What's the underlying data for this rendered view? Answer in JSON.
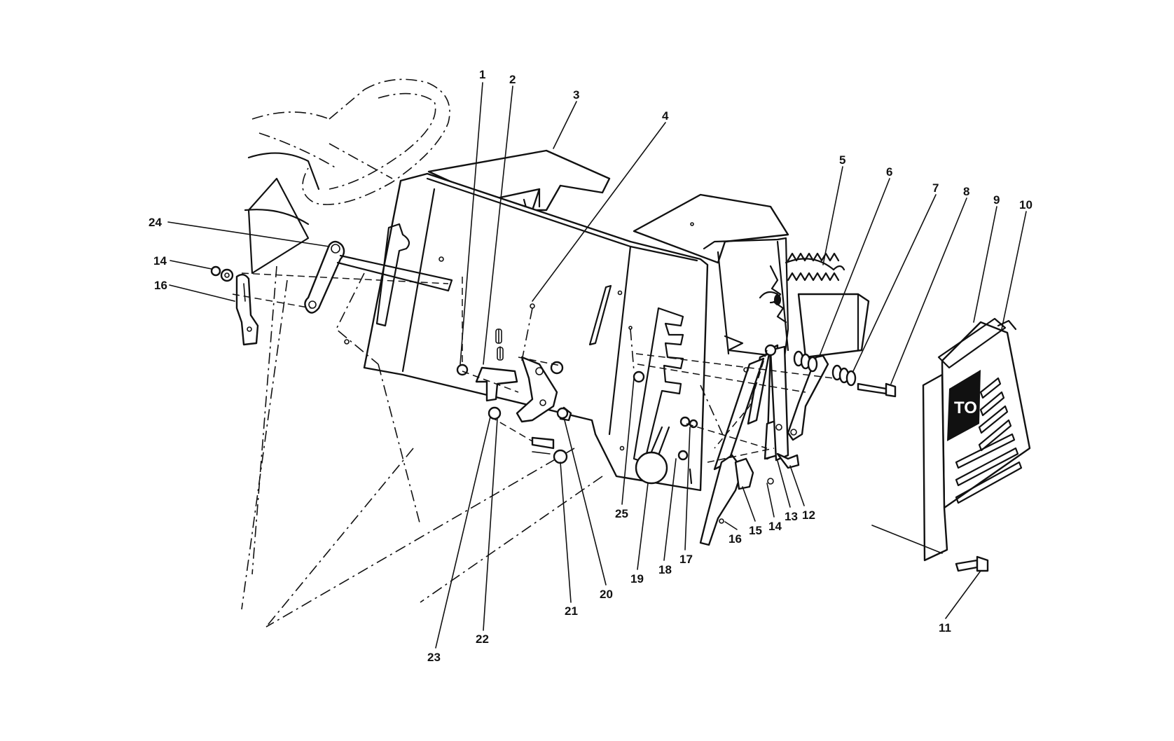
{
  "callouts": [
    {
      "id": "c1",
      "label": "1"
    },
    {
      "id": "c2",
      "label": "2"
    },
    {
      "id": "c3",
      "label": "3"
    },
    {
      "id": "c4",
      "label": "4"
    },
    {
      "id": "c5",
      "label": "5"
    },
    {
      "id": "c6",
      "label": "6"
    },
    {
      "id": "c7",
      "label": "7"
    },
    {
      "id": "c8",
      "label": "8"
    },
    {
      "id": "c9",
      "label": "9"
    },
    {
      "id": "c10",
      "label": "10"
    },
    {
      "id": "c11",
      "label": "11"
    },
    {
      "id": "c12",
      "label": "12"
    },
    {
      "id": "c13",
      "label": "13"
    },
    {
      "id": "c14a",
      "label": "14"
    },
    {
      "id": "c14b",
      "label": "14"
    },
    {
      "id": "c15",
      "label": "15"
    },
    {
      "id": "c16a",
      "label": "16"
    },
    {
      "id": "c16b",
      "label": "16"
    },
    {
      "id": "c17",
      "label": "17"
    },
    {
      "id": "c18",
      "label": "18"
    },
    {
      "id": "c19",
      "label": "19"
    },
    {
      "id": "c20",
      "label": "20"
    },
    {
      "id": "c21",
      "label": "21"
    },
    {
      "id": "c22",
      "label": "22"
    },
    {
      "id": "c23",
      "label": "23"
    },
    {
      "id": "c24",
      "label": "24"
    },
    {
      "id": "c25",
      "label": "25"
    }
  ],
  "grille_logo_text": "TO"
}
